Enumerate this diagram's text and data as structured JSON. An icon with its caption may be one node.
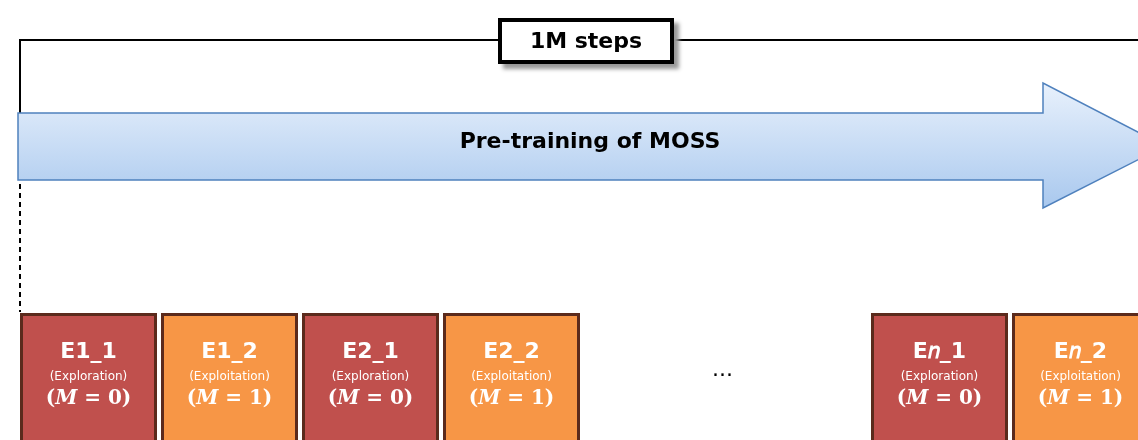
{
  "diagram": {
    "nodes": [
      {
        "text": [
          "1M steps"
        ]
      },
      {
        "text": [
          "Pre-training of MOSS"
        ]
      },
      {
        "text": [
          "E1_1",
          "(Exploration)",
          "(*M* = 0)"
        ]
      },
      {
        "text": [
          "E1_2",
          "(Exploitation)",
          "(*M* = 1)"
        ]
      },
      {
        "text": [
          "E2_1",
          "(Exploration)",
          "(*M* = 0)"
        ]
      },
      {
        "text": [
          "E2_2",
          "(Exploitation)",
          "(*M* = 1)"
        ]
      },
      {
        "text": [
          "E𝑛_1",
          "(Exploration)",
          "(*M* = 0)"
        ]
      },
      {
        "text": [
          "E𝑛_2",
          "(Exploitation)",
          "(*M* = 1)"
        ]
      }
    ],
    "labels": [
      "..."
    ]
  }
}
